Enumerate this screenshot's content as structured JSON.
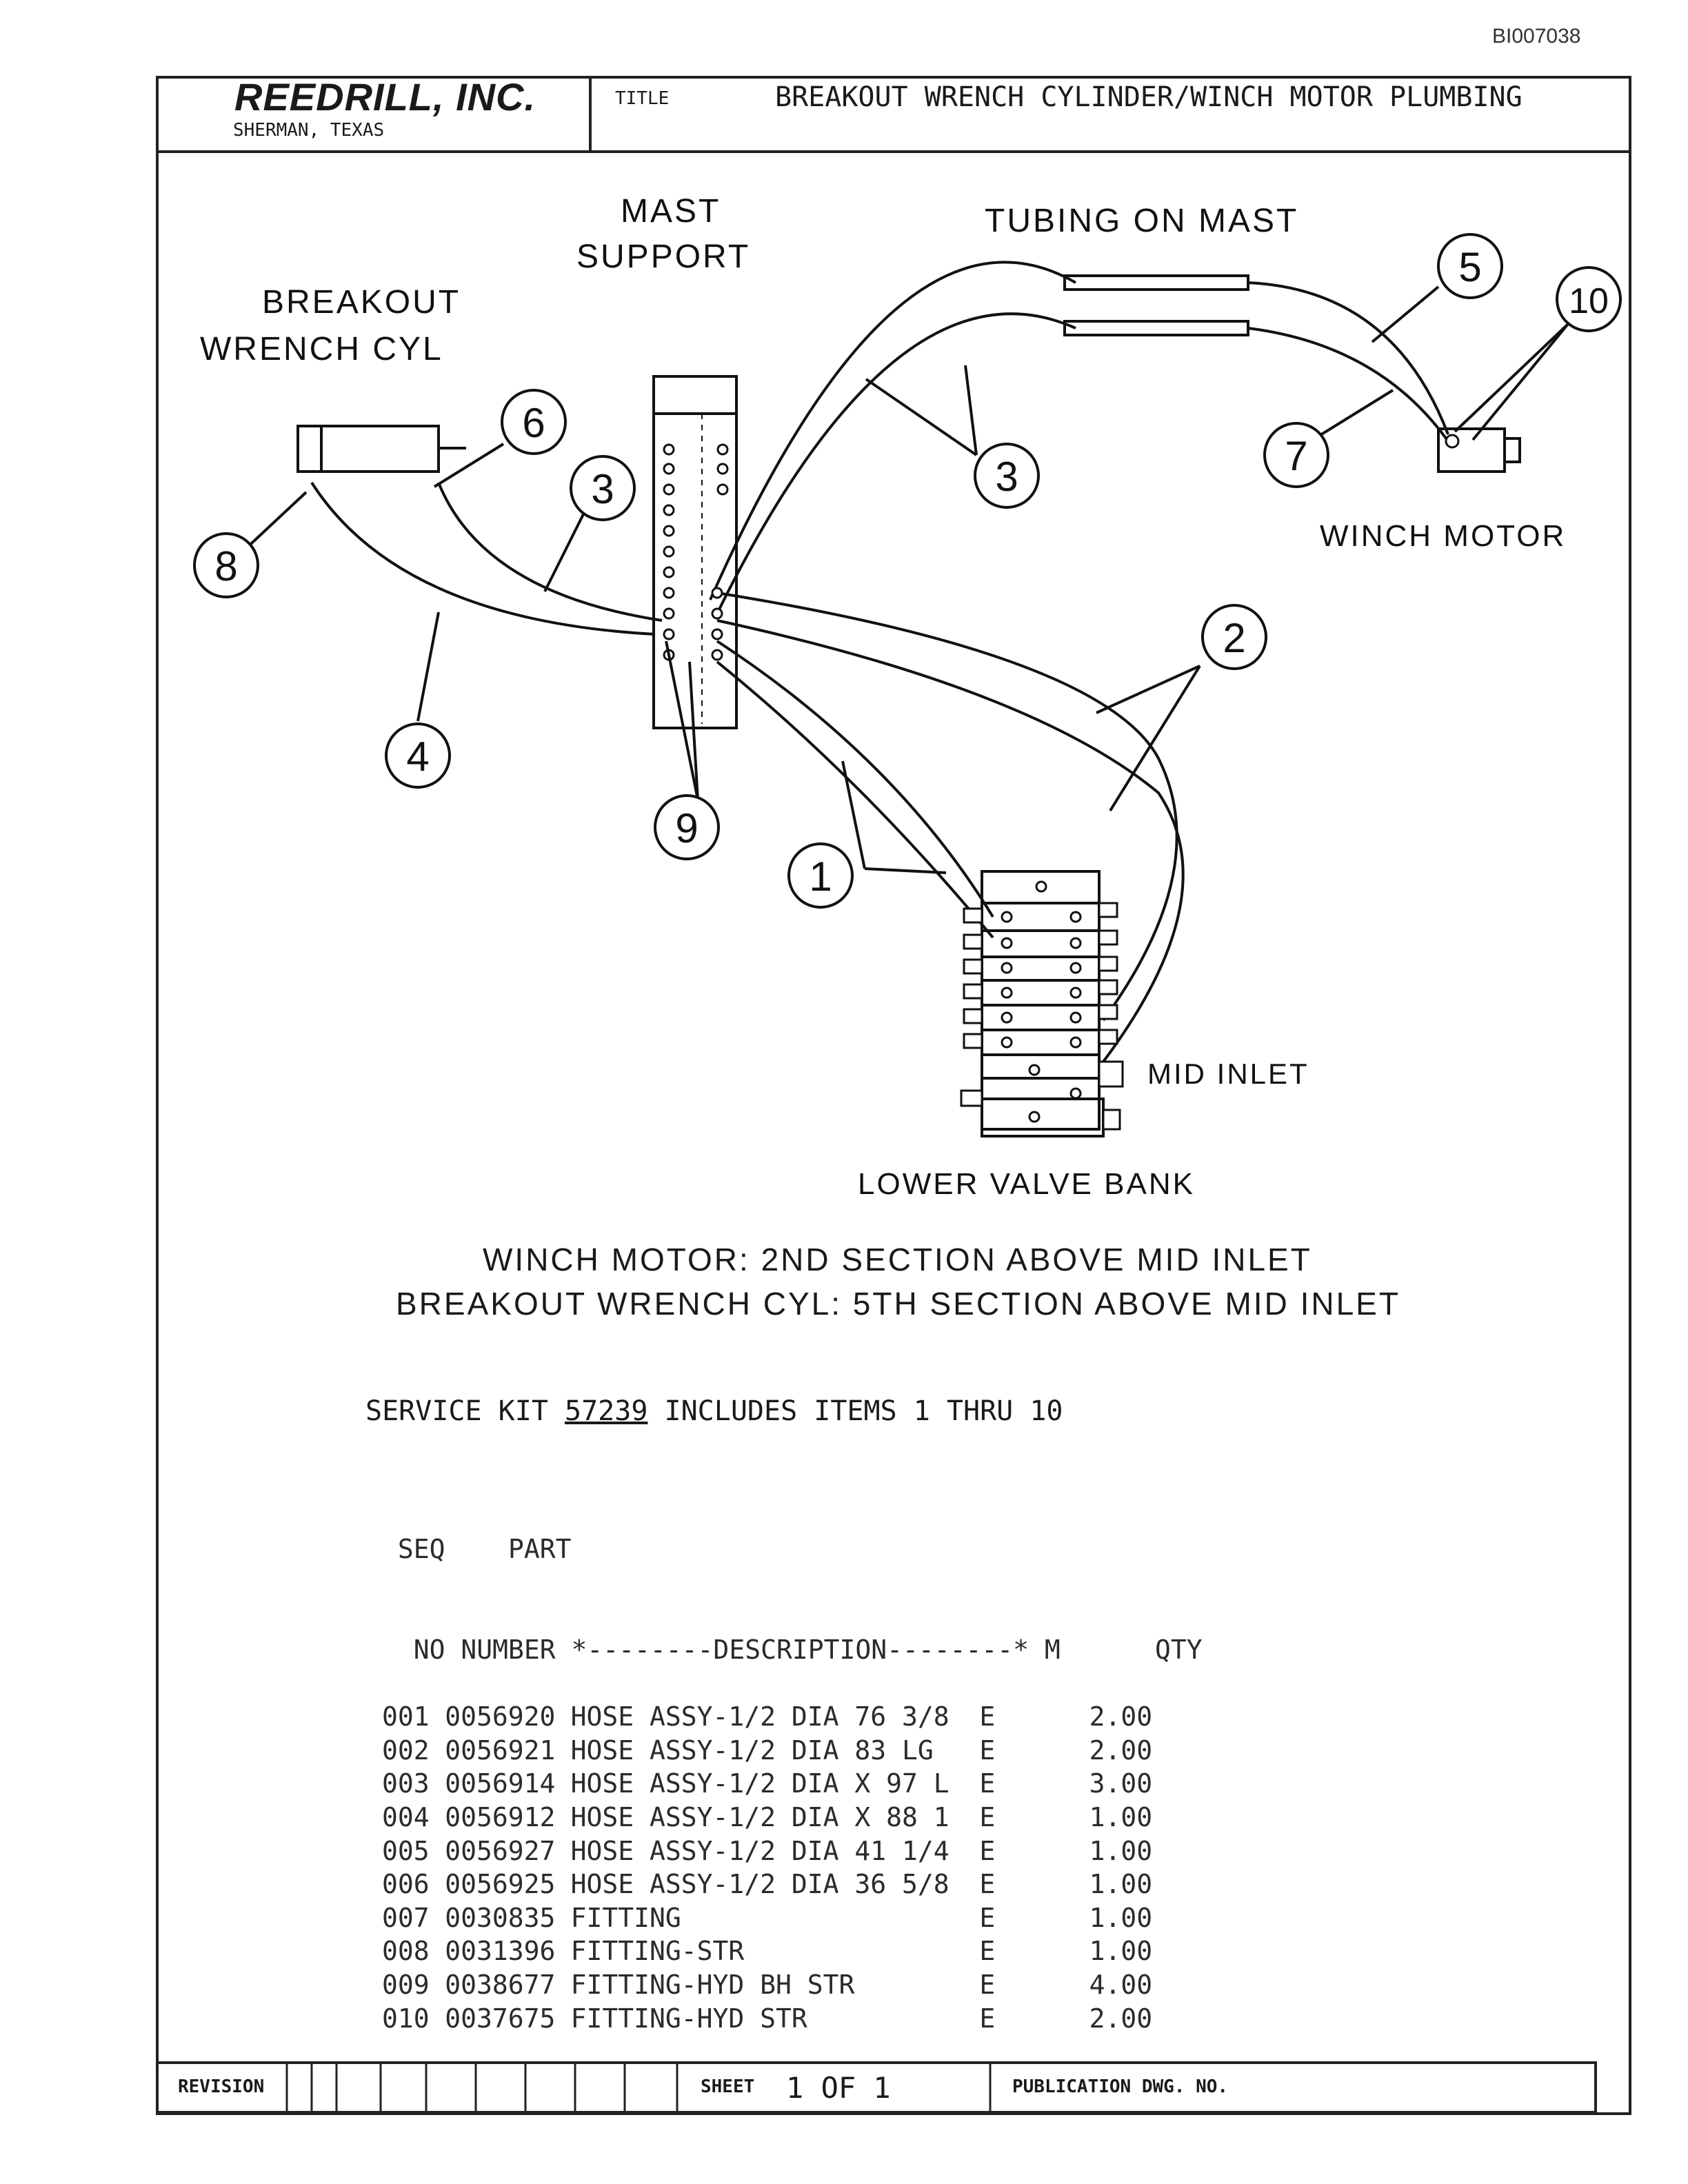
{
  "doc_id": "BI007038",
  "header": {
    "company": "REEDRILL, INC.",
    "location": "SHERMAN, TEXAS",
    "title_label": "TITLE",
    "title": "BREAKOUT WRENCH CYLINDER/WINCH MOTOR PLUMBING"
  },
  "diagram": {
    "labels": {
      "mast_support_1": "MAST",
      "mast_support_2": "SUPPORT",
      "tubing": "TUBING ON MAST",
      "breakout_1": "BREAKOUT",
      "breakout_2": "WRENCH CYL",
      "winch_motor": "WINCH MOTOR",
      "mid_inlet": "MID INLET",
      "lower_valve_bank": "LOWER VALVE BANK"
    },
    "callouts": [
      "1",
      "2",
      "3",
      "3",
      "4",
      "5",
      "6",
      "7",
      "8",
      "9",
      "10"
    ],
    "notes": [
      "WINCH MOTOR: 2ND SECTION ABOVE MID INLET",
      "BREAKOUT WRENCH CYL: 5TH SECTION ABOVE MID INLET"
    ]
  },
  "service_kit": {
    "prefix": "SERVICE KIT",
    "number": "57239",
    "suffix": "INCLUDES ITEMS 1 THRU 10"
  },
  "parts_table": {
    "header1": " SEQ    PART",
    "header2": "  NO NUMBER *--------DESCRIPTION--------* M      QTY",
    "rows": [
      {
        "seq": "001",
        "part": "0056920",
        "desc": "HOSE ASSY-1/2 DIA 76 3/8",
        "m": "E",
        "qty": "2.00"
      },
      {
        "seq": "002",
        "part": "0056921",
        "desc": "HOSE ASSY-1/2 DIA 83 LG",
        "m": "E",
        "qty": "2.00"
      },
      {
        "seq": "003",
        "part": "0056914",
        "desc": "HOSE ASSY-1/2 DIA X 97 L",
        "m": "E",
        "qty": "3.00"
      },
      {
        "seq": "004",
        "part": "0056912",
        "desc": "HOSE ASSY-1/2 DIA X 88 1",
        "m": "E",
        "qty": "1.00"
      },
      {
        "seq": "005",
        "part": "0056927",
        "desc": "HOSE ASSY-1/2 DIA 41 1/4",
        "m": "E",
        "qty": "1.00"
      },
      {
        "seq": "006",
        "part": "0056925",
        "desc": "HOSE ASSY-1/2 DIA 36 5/8",
        "m": "E",
        "qty": "1.00"
      },
      {
        "seq": "007",
        "part": "0030835",
        "desc": "FITTING",
        "m": "E",
        "qty": "1.00"
      },
      {
        "seq": "008",
        "part": "0031396",
        "desc": "FITTING-STR",
        "m": "E",
        "qty": "1.00"
      },
      {
        "seq": "009",
        "part": "0038677",
        "desc": "FITTING-HYD BH STR",
        "m": "E",
        "qty": "4.00"
      },
      {
        "seq": "010",
        "part": "0037675",
        "desc": "FITTING-HYD STR",
        "m": "E",
        "qty": "2.00"
      }
    ]
  },
  "footer": {
    "revision_label": "REVISION",
    "sheet_label": "SHEET",
    "sheet_value": "1 OF 1",
    "publication_label": "PUBLICATION DWG. NO."
  }
}
